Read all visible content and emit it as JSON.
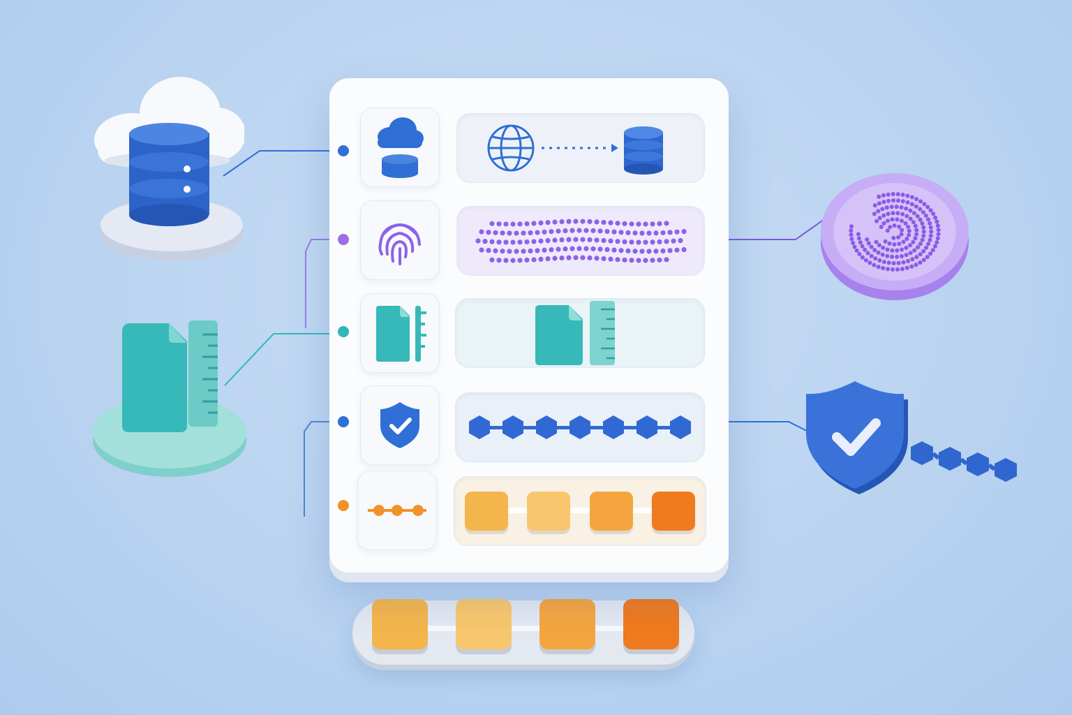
{
  "scene": {
    "background": "#bcd5f1",
    "rows": [
      {
        "id": "storage",
        "icon": "cloud-database-icon",
        "panel": "globe-to-database-icon",
        "accent": "#2f6fd6"
      },
      {
        "id": "biometric",
        "icon": "fingerprint-icon",
        "panel": "fingerprint-dot-pattern",
        "accent": "#8d63e6"
      },
      {
        "id": "files",
        "icon": "file-ruler-icon",
        "panel": "file-ruler-icon",
        "accent": "#2fb7b9"
      },
      {
        "id": "security",
        "icon": "shield-check-icon",
        "panel": "hexagon-chain",
        "accent": "#2f6fd6"
      },
      {
        "id": "pipeline",
        "icon": "node-chain-icon",
        "panel": "step-blocks",
        "accent": "#f1922a"
      }
    ],
    "hexagon_count": 7,
    "step_colors": [
      "#f4b54c",
      "#f8c76d",
      "#f5a53f",
      "#ef7a1f"
    ],
    "external_objects": [
      "cloud-database-platform",
      "file-ruler-platform",
      "fingerprint-disc",
      "shield-hexagon-chain",
      "step-block-tray"
    ]
  }
}
